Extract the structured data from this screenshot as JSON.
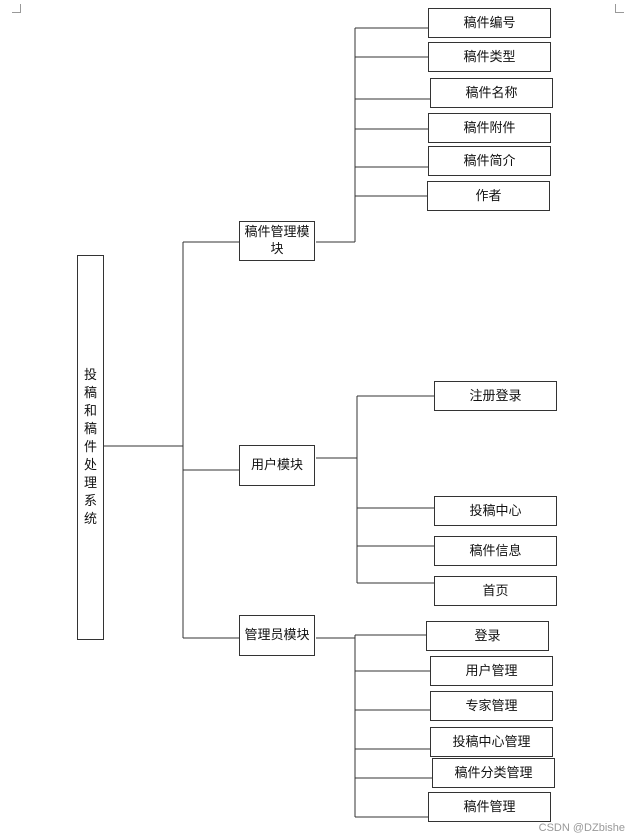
{
  "root": {
    "label": "投稿和稿件处理系统"
  },
  "modules": [
    {
      "label": "稿件管理模块",
      "children": [
        "稿件编号",
        "稿件类型",
        "稿件名称",
        "稿件附件",
        "稿件简介",
        "作者"
      ]
    },
    {
      "label": "用户模块",
      "children": [
        "注册登录",
        "投稿中心",
        "稿件信息",
        "首页"
      ]
    },
    {
      "label": "管理员模块",
      "children": [
        "登录",
        "用户管理",
        "专家管理",
        "投稿中心管理",
        "稿件分类管理",
        "稿件管理"
      ]
    }
  ],
  "watermark": "CSDN @DZbishe"
}
